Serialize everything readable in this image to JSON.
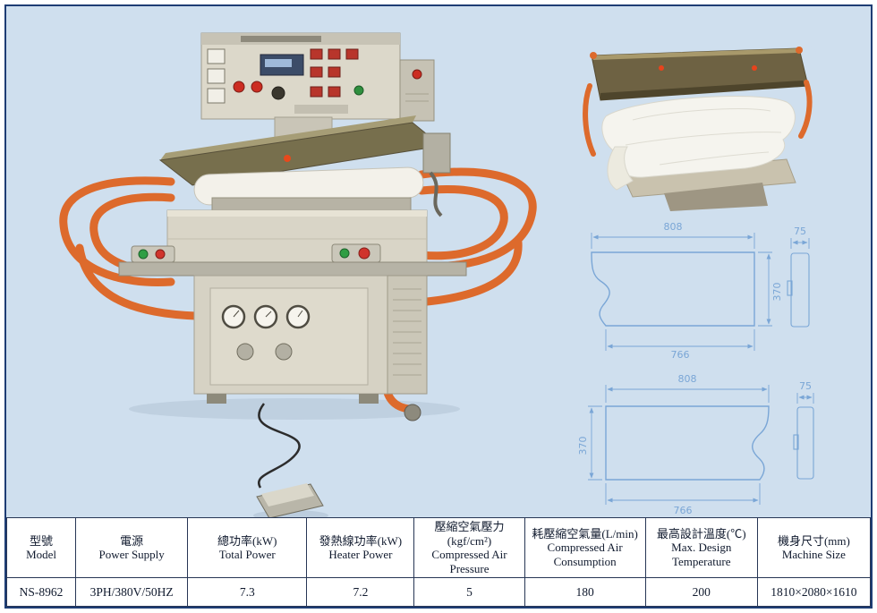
{
  "colors": {
    "page_bg": "#cfdfee",
    "frame_border": "#1e3d74",
    "drawing_line": "#7aa6d6",
    "rail_orange": "#dd6a2c",
    "machine_beige": "#d9d5c7"
  },
  "drawings": {
    "top": {
      "width_top": "808",
      "thickness": "75",
      "depth": "370",
      "width_bottom": "766"
    },
    "bottom": {
      "width_top": "808",
      "thickness": "75",
      "depth": "370",
      "width_bottom": "766"
    }
  },
  "spec_table": {
    "columns": [
      {
        "zh": "型號",
        "en1": "Model",
        "value": "NS-8962"
      },
      {
        "zh": "電源",
        "en1": "Power Supply",
        "value": "3PH/380V/50HZ"
      },
      {
        "zh": "總功率(kW)",
        "en1": "Total  Power",
        "value": "7.3"
      },
      {
        "zh": "發熱線功率(kW)",
        "en1": "Heater Power",
        "value": "7.2"
      },
      {
        "zh": "壓縮空氣壓力(kgf/cm²)",
        "en1": "Compressed Air",
        "en2": "Pressure",
        "value": "5"
      },
      {
        "zh": "耗壓縮空氣量(L/min)",
        "en1": "Compressed Air",
        "en2": "Consumption",
        "value": "180"
      },
      {
        "zh": "最高設計溫度(℃)",
        "en1": "Max. Design",
        "en2": "Temperature",
        "value": "200"
      },
      {
        "zh": "機身尺寸(mm)",
        "en1": "Machine Size",
        "value": "1810×2080×1610"
      }
    ]
  }
}
